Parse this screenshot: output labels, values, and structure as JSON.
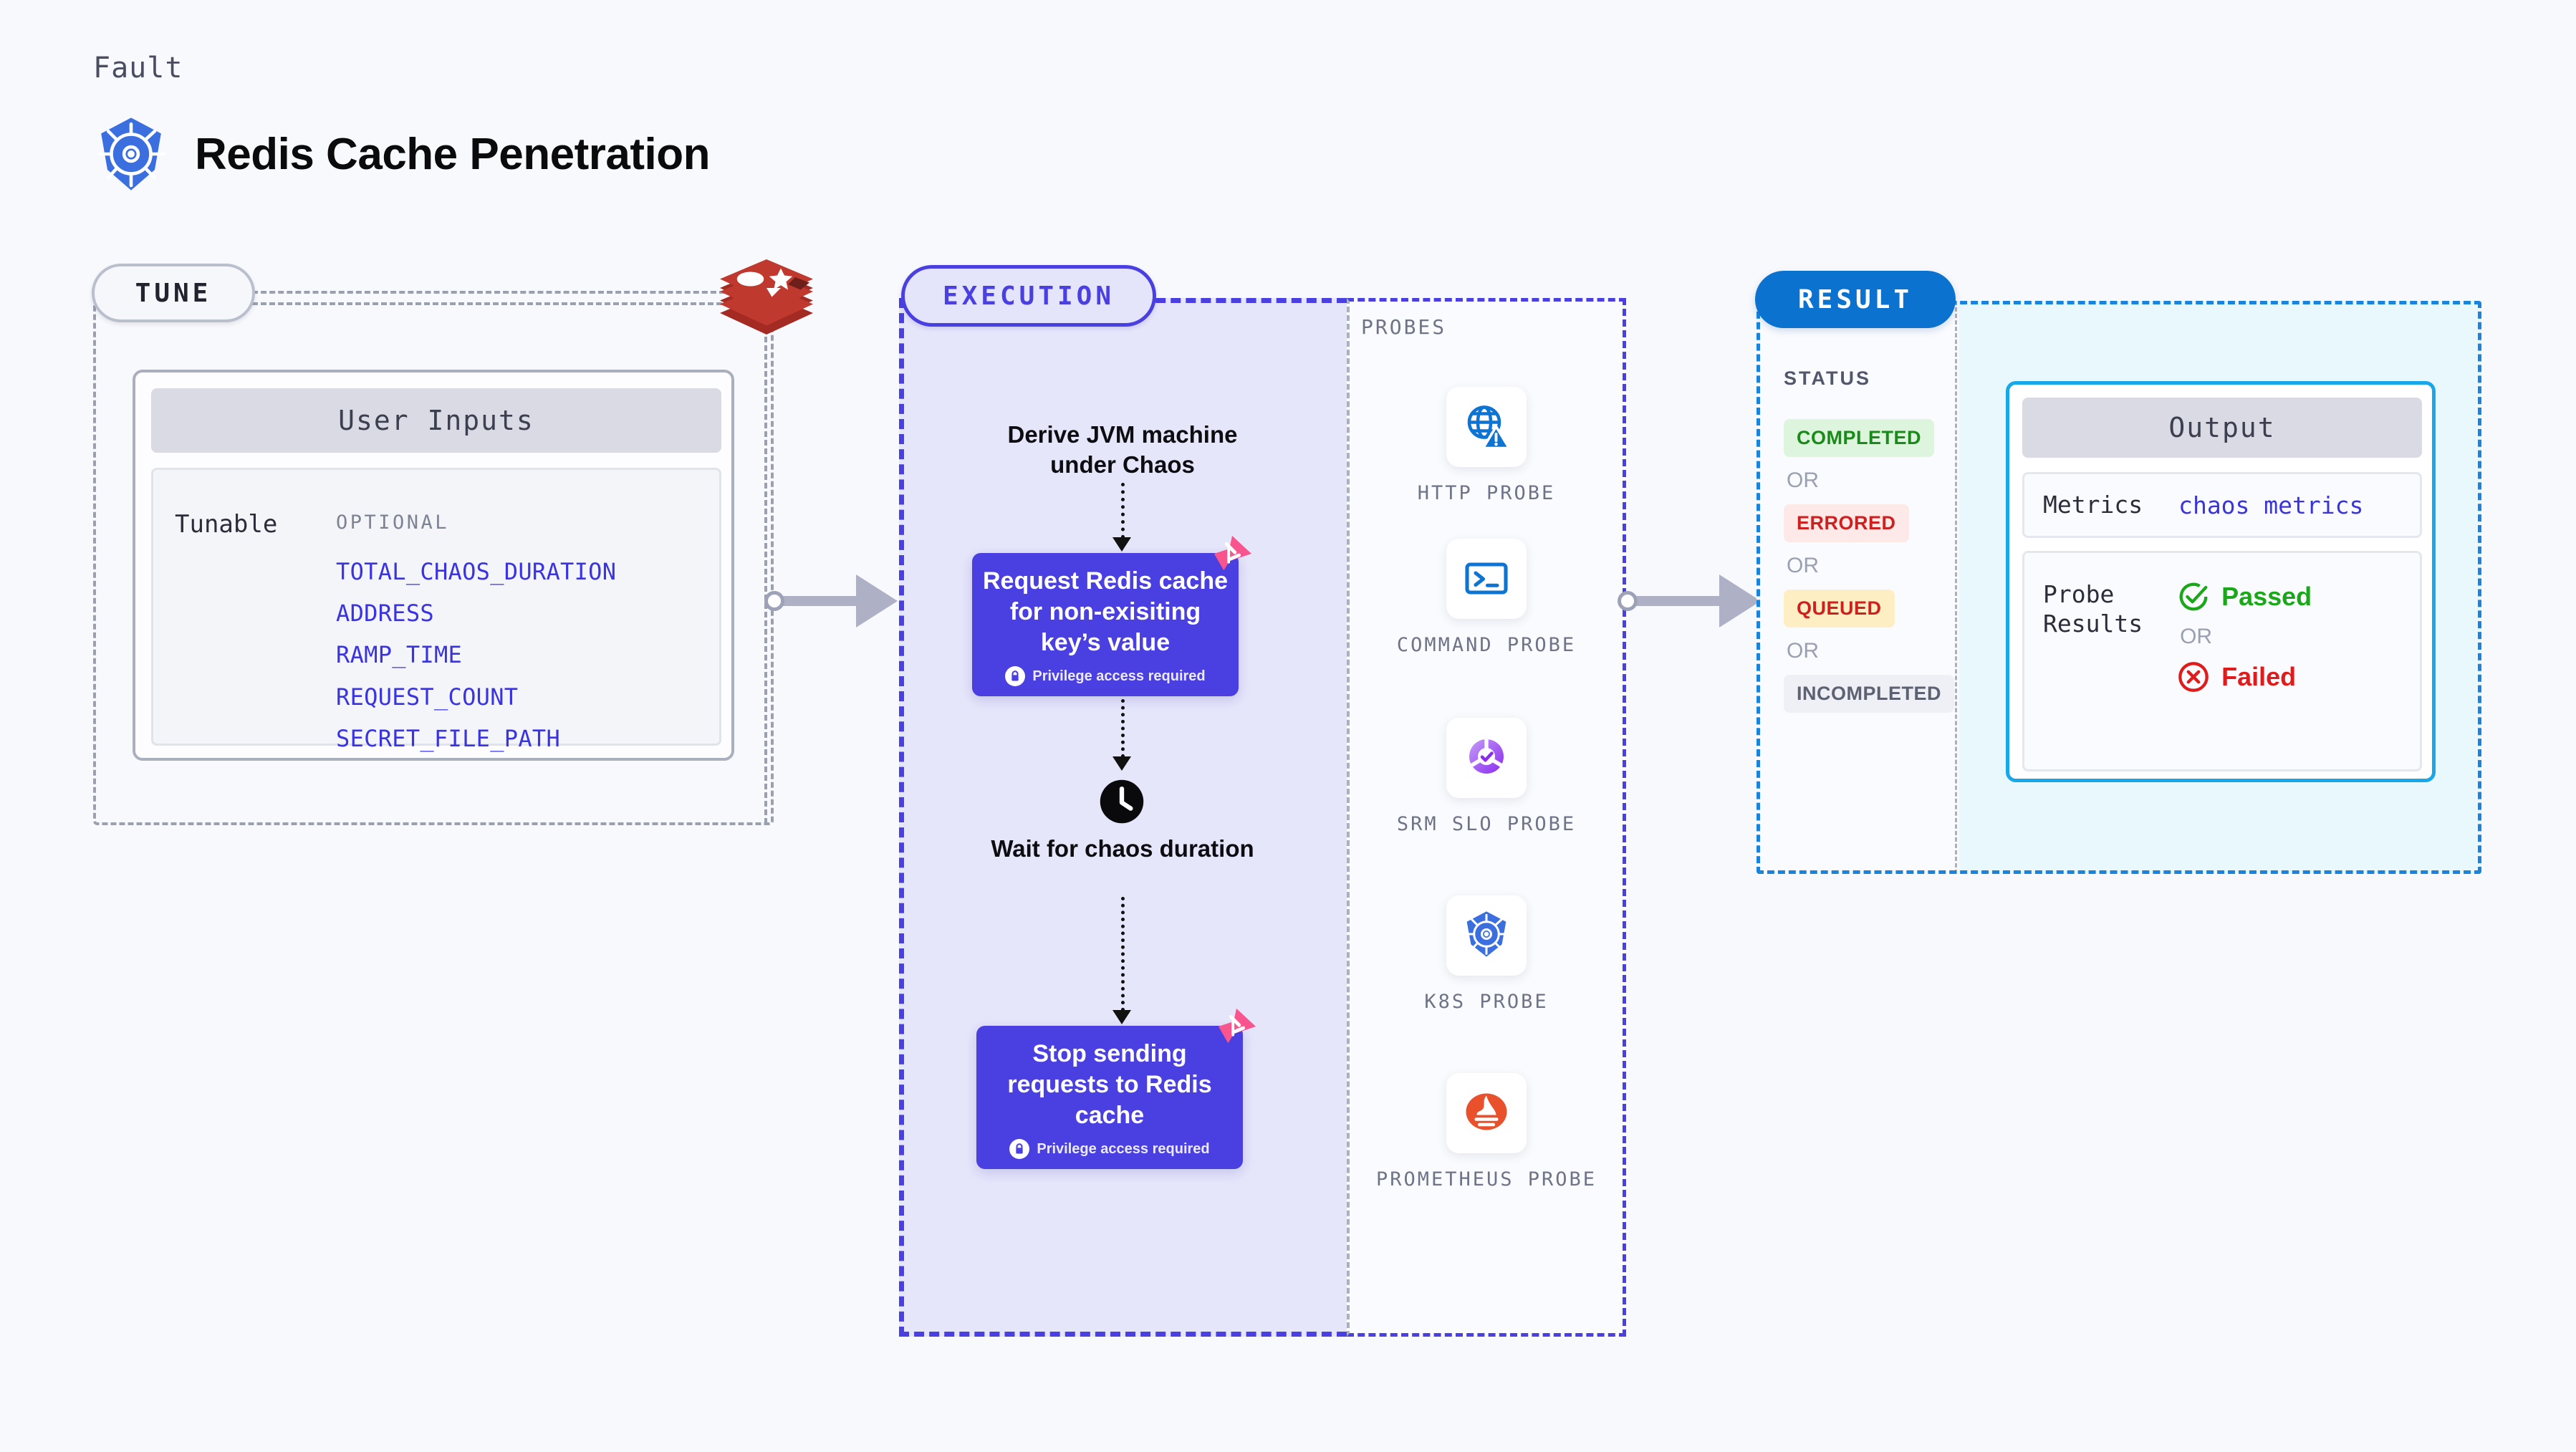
{
  "header": {
    "kicker": "Fault",
    "title": "Redis Cache Penetration",
    "icon": "kubernetes-icon"
  },
  "tune": {
    "badge_label": "TUNE",
    "target_icon": "redis-logo-icon",
    "card": {
      "title": "User Inputs",
      "row_label": "Tunable",
      "group_label": "OPTIONAL",
      "params": [
        "TOTAL_CHAOS_DURATION",
        "ADDRESS",
        "RAMP_TIME",
        "REQUEST_COUNT",
        "SECRET_FILE_PATH"
      ]
    }
  },
  "execution": {
    "badge_label": "EXECUTION",
    "steps": [
      {
        "kind": "text",
        "label": "Derive JVM machine under Chaos"
      },
      {
        "kind": "box",
        "label": "Request Redis cache for non-exisiting key’s value",
        "note": "Privilege access required",
        "note_icon": "lock-icon",
        "corner_icon": "litmus-chaos-icon"
      },
      {
        "kind": "wait",
        "label": "Wait for chaos duration",
        "icon": "clock-icon"
      },
      {
        "kind": "box",
        "label": "Stop sending requests to Redis cache",
        "note": "Privilege access required",
        "note_icon": "lock-icon",
        "corner_icon": "litmus-chaos-icon"
      }
    ]
  },
  "probes": {
    "section_label": "PROBES",
    "items": [
      {
        "label": "HTTP PROBE",
        "icon": "globe-warning-icon"
      },
      {
        "label": "COMMAND PROBE",
        "icon": "terminal-icon"
      },
      {
        "label": "SRM SLO PROBE",
        "icon": "srm-slo-icon"
      },
      {
        "label": "K8S PROBE",
        "icon": "kubernetes-icon"
      },
      {
        "label": "PROMETHEUS PROBE",
        "icon": "prometheus-icon"
      }
    ]
  },
  "result": {
    "badge_label": "RESULT",
    "status_title": "STATUS",
    "or_label": "OR",
    "statuses": [
      {
        "label": "COMPLETED",
        "bg": "#ddf5dd",
        "fg": "#1a8b1a"
      },
      {
        "label": "ERRORED",
        "bg": "#fde9e7",
        "fg": "#cf2020"
      },
      {
        "label": "QUEUED",
        "bg": "#fdeec4",
        "fg": "#cf2020"
      },
      {
        "label": "INCOMPLETED",
        "bg": "#eff0f5",
        "fg": "#5d6273"
      }
    ],
    "output": {
      "title": "Output",
      "metrics_key": "Metrics",
      "metrics_value": "chaos metrics",
      "probe_key": "Probe\nResults",
      "passed_label": "Passed",
      "passed_icon": "check-circle-icon",
      "passed_color": "#1aa81a",
      "failed_label": "Failed",
      "failed_icon": "x-circle-icon",
      "failed_color": "#e01b1b"
    }
  },
  "colors": {
    "accent_purple": "#4a3fe0",
    "accent_blue": "#0b72cf",
    "output_border": "#18a7e8",
    "page_bg": "#f8f9fc"
  }
}
